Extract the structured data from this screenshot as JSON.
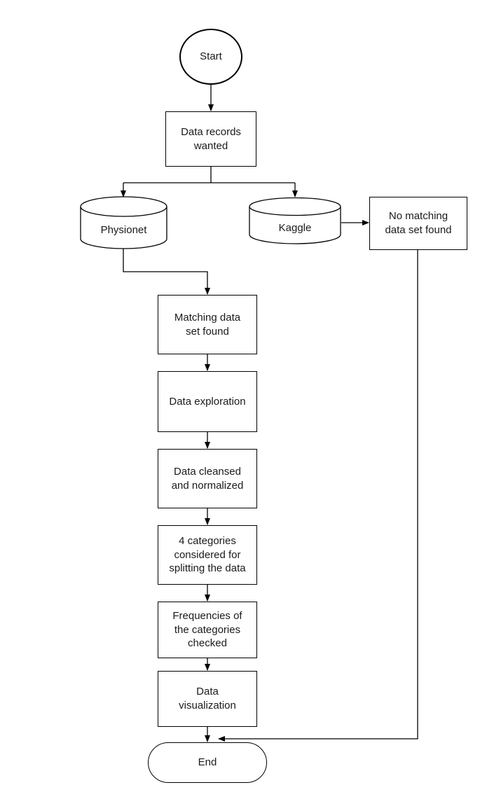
{
  "diagram": {
    "title": "Data sourcing and preparation flowchart",
    "background_color": "#ffffff",
    "stroke_color": "#000000",
    "text_color": "#1a1a1a"
  },
  "nodes": {
    "start": {
      "label": "Start",
      "shape": "circle"
    },
    "data_records_wanted": {
      "label": "Data records\nwanted",
      "shape": "rectangle"
    },
    "physionet": {
      "label": "Physionet",
      "shape": "cylinder"
    },
    "kaggle": {
      "label": "Kaggle",
      "shape": "cylinder"
    },
    "no_matching": {
      "label": "No matching\ndata set found",
      "shape": "rectangle"
    },
    "matching_found": {
      "label": "Matching data\nset found",
      "shape": "rectangle"
    },
    "data_exploration": {
      "label": "Data exploration",
      "shape": "rectangle"
    },
    "data_cleansed": {
      "label": "Data cleansed\nand normalized",
      "shape": "rectangle"
    },
    "four_categories": {
      "label": "4 categories\nconsidered for\nsplitting the data",
      "shape": "rectangle"
    },
    "frequencies_checked": {
      "label": "Frequencies of\nthe categories\nchecked",
      "shape": "rectangle"
    },
    "data_visualization": {
      "label": "Data\nvisualization",
      "shape": "rectangle"
    },
    "end": {
      "label": "End",
      "shape": "stadium"
    }
  },
  "edges": [
    {
      "from": "start",
      "to": "data_records_wanted"
    },
    {
      "from": "data_records_wanted",
      "to": "physionet"
    },
    {
      "from": "data_records_wanted",
      "to": "kaggle"
    },
    {
      "from": "kaggle",
      "to": "no_matching"
    },
    {
      "from": "physionet",
      "to": "matching_found"
    },
    {
      "from": "matching_found",
      "to": "data_exploration"
    },
    {
      "from": "data_exploration",
      "to": "data_cleansed"
    },
    {
      "from": "data_cleansed",
      "to": "four_categories"
    },
    {
      "from": "four_categories",
      "to": "frequencies_checked"
    },
    {
      "from": "frequencies_checked",
      "to": "data_visualization"
    },
    {
      "from": "data_visualization",
      "to": "end"
    },
    {
      "from": "no_matching",
      "to": "end"
    }
  ]
}
